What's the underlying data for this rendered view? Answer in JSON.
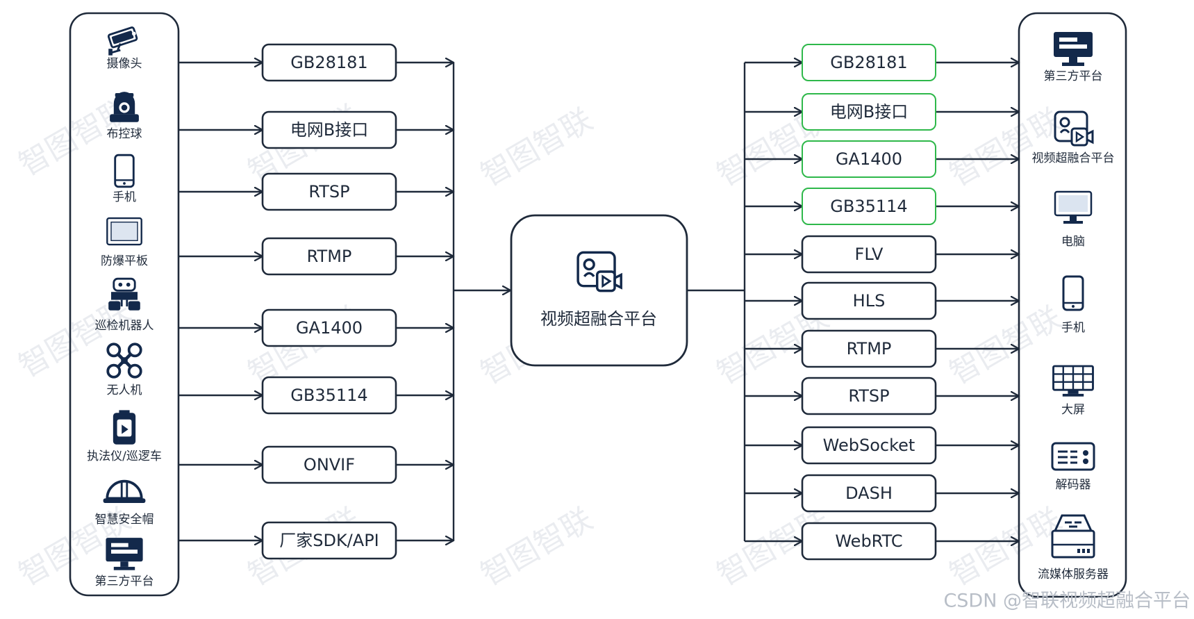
{
  "watermark_text": "智图智联",
  "credit": "CSDN @智联视频超融合平台",
  "left_devices": [
    {
      "label": "摄像头",
      "icon": "cctv-camera-icon"
    },
    {
      "label": "布控球",
      "icon": "dome-camera-icon"
    },
    {
      "label": "手机",
      "icon": "mobile-phone-icon"
    },
    {
      "label": "防爆平板",
      "icon": "tablet-icon"
    },
    {
      "label": "巡检机器人",
      "icon": "robot-icon"
    },
    {
      "label": "无人机",
      "icon": "drone-icon"
    },
    {
      "label": "执法仪/巡逻车",
      "icon": "body-camera-icon"
    },
    {
      "label": "智慧安全帽",
      "icon": "helmet-icon"
    },
    {
      "label": "第三方平台",
      "icon": "monitor-icon"
    }
  ],
  "input_protocols": [
    "GB28181",
    "电网B接口",
    "RTSP",
    "RTMP",
    "GA1400",
    "GB35114",
    "ONVIF",
    "厂家SDK/API"
  ],
  "center": {
    "label": "视频超融合平台",
    "icon": "video-platform-icon"
  },
  "output_protocols": [
    {
      "label": "GB28181",
      "highlight": true
    },
    {
      "label": "电网B接口",
      "highlight": true
    },
    {
      "label": "GA1400",
      "highlight": true
    },
    {
      "label": "GB35114",
      "highlight": true
    },
    {
      "label": "FLV",
      "highlight": false
    },
    {
      "label": "HLS",
      "highlight": false
    },
    {
      "label": "RTMP",
      "highlight": false
    },
    {
      "label": "RTSP",
      "highlight": false
    },
    {
      "label": "WebSocket",
      "highlight": false
    },
    {
      "label": "DASH",
      "highlight": false
    },
    {
      "label": "WebRTC",
      "highlight": false
    }
  ],
  "right_targets": [
    {
      "label": "第三方平台",
      "icon": "monitor-icon"
    },
    {
      "label": "视频超融合平台",
      "icon": "video-platform-icon"
    },
    {
      "label": "电脑",
      "icon": "desktop-computer-icon"
    },
    {
      "label": "手机",
      "icon": "mobile-phone-icon"
    },
    {
      "label": "大屏",
      "icon": "video-wall-icon"
    },
    {
      "label": "解码器",
      "icon": "decoder-icon"
    },
    {
      "label": "流媒体服务器",
      "icon": "media-server-icon"
    }
  ],
  "colors": {
    "stroke": "#1f2a3a",
    "highlight": "#2eb84a",
    "icon": "#13294b",
    "watermark": "#d9dee5"
  }
}
